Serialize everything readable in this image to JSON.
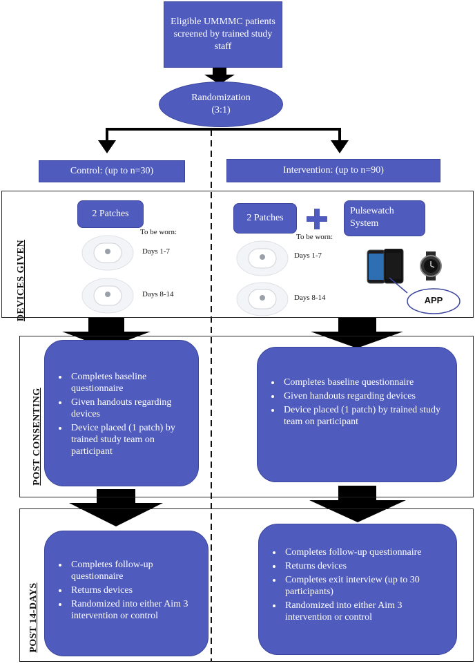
{
  "screening": {
    "text": "Eligible UMMMC patients screened by trained study staff"
  },
  "randomization": {
    "line1": "Randomization",
    "line2": "(3:1)"
  },
  "arms": {
    "control": {
      "label": "Control: (up to n=30)"
    },
    "intervention": {
      "label": "Intervention: (up to n=90)"
    }
  },
  "devices": {
    "section_label": "DEVICES GIVEN",
    "control_patches": "2 Patches",
    "intervention_patches": "2 Patches",
    "pulsewatch": "Pulsewatch System",
    "to_be_worn": "To be worn:",
    "days1": "Days 1-7",
    "days2": "Days 8-14",
    "app": "APP"
  },
  "post_consenting": {
    "section_label": "POST CONSENTING",
    "control_items": [
      "Completes baseline questionnaire",
      "Given handouts regarding devices",
      "Device placed (1 patch) by trained study team on participant"
    ],
    "intervention_items": [
      "Completes baseline questionnaire",
      "Given handouts regarding devices",
      "Device placed (1 patch) by trained study team on participant"
    ]
  },
  "post_14": {
    "section_label": "POST 14-DAYS",
    "control_items": [
      "Completes follow-up questionnaire",
      "Returns devices",
      "Randomized into either Aim 3 intervention or control"
    ],
    "intervention_items": [
      "Completes follow-up questionnaire",
      "Returns devices",
      "Completes exit interview (up to 30 participants)",
      "Randomized into either Aim 3 intervention or control"
    ]
  },
  "colors": {
    "box": "#4f5bbd",
    "arrow": "#000000"
  }
}
